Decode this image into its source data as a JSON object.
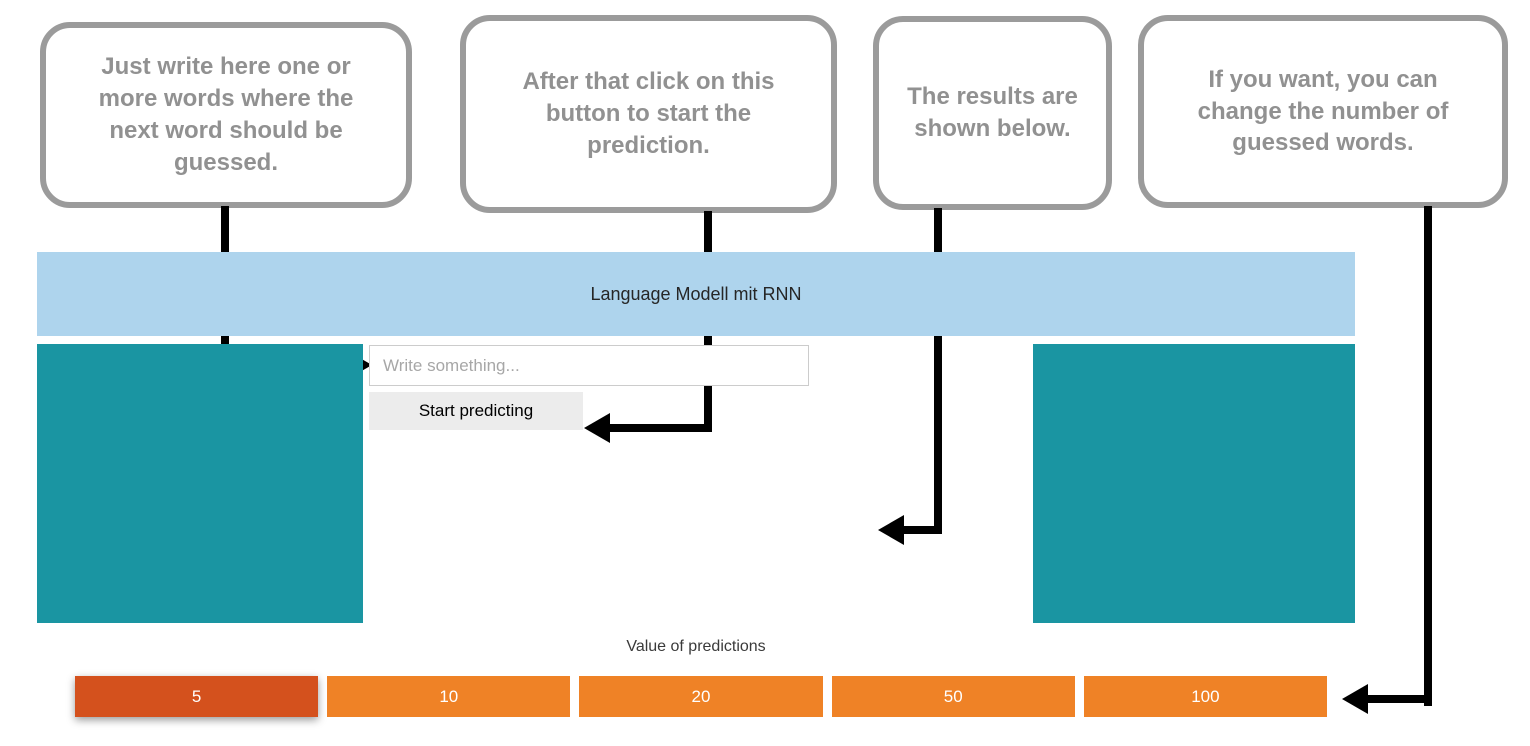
{
  "annotations": {
    "callouts": [
      {
        "id": "write-words",
        "text": "Just write here one or more words where the next word should be guessed."
      },
      {
        "id": "start-button",
        "text": "After that click on this button to start the prediction."
      },
      {
        "id": "results",
        "text": "The results are shown below."
      },
      {
        "id": "change-number",
        "text": "If you want, you can change the number of guessed words."
      }
    ]
  },
  "header": {
    "title": "Language Modell mit RNN"
  },
  "form": {
    "input_placeholder": "Write something...",
    "predict_button_label": "Start predicting"
  },
  "predictions": {
    "section_label": "Value of predictions",
    "options": [
      {
        "label": "5",
        "selected": true
      },
      {
        "label": "10",
        "selected": false
      },
      {
        "label": "20",
        "selected": false
      },
      {
        "label": "50",
        "selected": false
      },
      {
        "label": "100",
        "selected": false
      }
    ]
  },
  "colors": {
    "header_bg": "#aed4ed",
    "panel_teal": "#1a95a2",
    "option_bg": "#ef8226",
    "option_selected_bg": "#d4511d",
    "callout_border": "#9b9b9b",
    "arrow_black": "#000000"
  }
}
